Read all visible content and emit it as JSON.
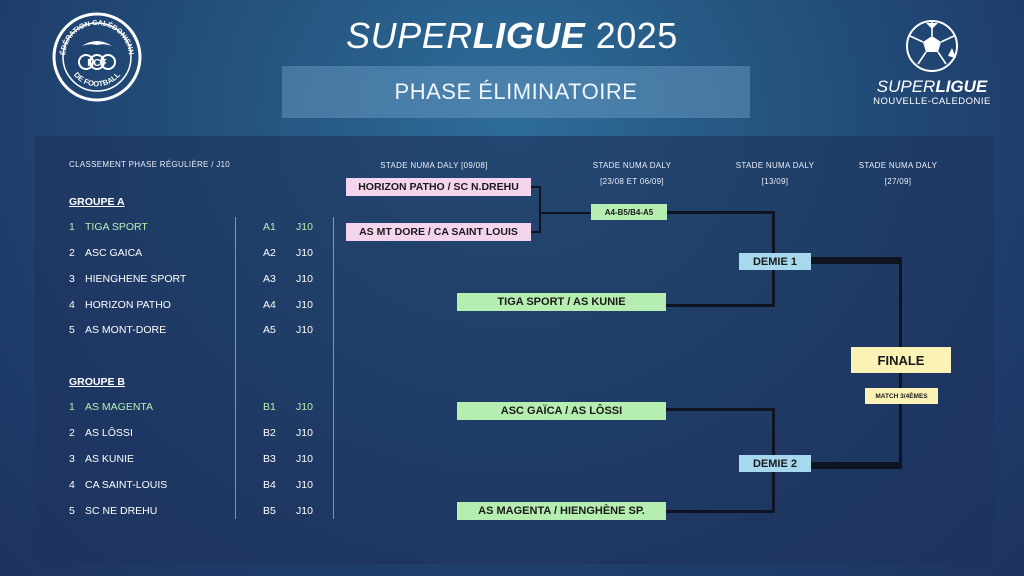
{
  "header": {
    "title_part1": "SUPER",
    "title_part2": "LIGUE",
    "title_part3": "2025",
    "phase": "PHASE ÉLIMINATOIRE"
  },
  "federation_logo": {
    "text_top": "FÉDÉRATION CALÉDONIENNE",
    "text_bottom": "DE FOOTBALL",
    "letters": "FCF"
  },
  "superligue_logo": {
    "name_part1": "SUPER",
    "name_part2": "LIGUE",
    "subtitle": "NOUVELLE-CALEDONIE"
  },
  "standings": {
    "heading": "CLASSEMENT PHASE RÉGULIÈRE / J10",
    "group_a": {
      "title": "GROUPE A",
      "rows": [
        {
          "rank": "1",
          "team": "TIGA SPORT",
          "code": "A1",
          "round": "J10"
        },
        {
          "rank": "2",
          "team": "ASC GAICA",
          "code": "A2",
          "round": "J10"
        },
        {
          "rank": "3",
          "team": "HIENGHENE SPORT",
          "code": "A3",
          "round": "J10"
        },
        {
          "rank": "4",
          "team": "HORIZON PATHO",
          "code": "A4",
          "round": "J10"
        },
        {
          "rank": "5",
          "team": "AS MONT-DORE",
          "code": "A5",
          "round": "J10"
        }
      ]
    },
    "group_b": {
      "title": "GROUPE B",
      "rows": [
        {
          "rank": "1",
          "team": "AS MAGENTA",
          "code": "B1",
          "round": "J10"
        },
        {
          "rank": "2",
          "team": "AS LÔSSI",
          "code": "B2",
          "round": "J10"
        },
        {
          "rank": "3",
          "team": "AS KUNIE",
          "code": "B3",
          "round": "J10"
        },
        {
          "rank": "4",
          "team": "CA SAINT-LOUIS",
          "code": "B4",
          "round": "J10"
        },
        {
          "rank": "5",
          "team": "SC NE DREHU",
          "code": "B5",
          "round": "J10"
        }
      ]
    }
  },
  "venues": {
    "round1": "STADE NUMA DALY [09/08]",
    "round2_line1": "STADE NUMA DALY",
    "round2_line2": "[23/08 ET 06/09]",
    "semis_line1": "STADE NUMA DALY",
    "semis_line2": "[13/09]",
    "final_line1": "STADE NUMA DALY",
    "final_line2": "[27/09]"
  },
  "bracket": {
    "r1_match1": "HORIZON PATHO / SC N.DREHU",
    "r1_match2": "AS MT DORE / CA SAINT LOUIS",
    "r2_match": "A4-B5/B4-A5",
    "qf1": "TIGA SPORT / AS KUNIE",
    "qf2": "ASC GAÏCA / AS LÔSSI",
    "qf3": "AS MAGENTA / HIENGHÈNE SP.",
    "semi1": "DEMIE 1",
    "semi2": "DEMIE 2",
    "final": "FINALE",
    "third_place": "MATCH 3/4ÈMES"
  },
  "colors": {
    "pink_box": "#f5d4ee",
    "green_box": "#b5eeb0",
    "blue_box": "#a6d8ee",
    "yellow_box": "#fbf2b6",
    "highlight_text": "#b4f0b4"
  }
}
